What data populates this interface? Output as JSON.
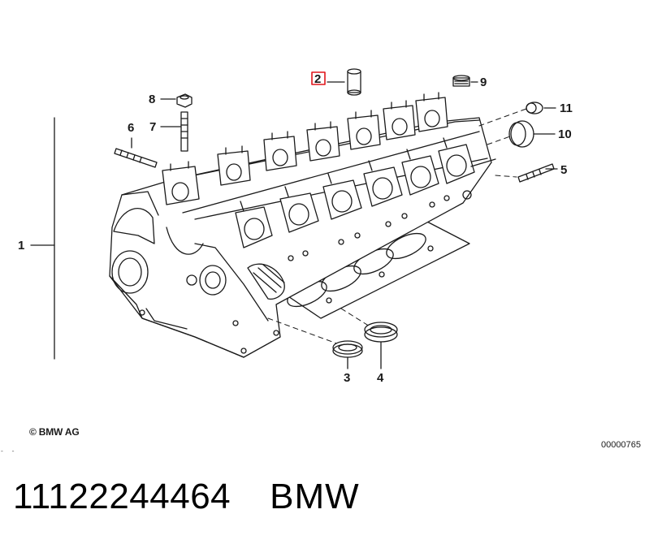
{
  "diagram": {
    "callouts": [
      {
        "id": "1",
        "label": "1"
      },
      {
        "id": "2",
        "label": "2"
      },
      {
        "id": "3",
        "label": "3"
      },
      {
        "id": "4",
        "label": "4"
      },
      {
        "id": "5",
        "label": "5"
      },
      {
        "id": "6",
        "label": "6"
      },
      {
        "id": "7",
        "label": "7"
      },
      {
        "id": "8",
        "label": "8"
      },
      {
        "id": "9",
        "label": "9"
      },
      {
        "id": "10",
        "label": "10"
      },
      {
        "id": "11",
        "label": "11"
      }
    ],
    "highlight_color": "#e0151b",
    "line_color": "#1a1a1a"
  },
  "copyright": "© BMW AG",
  "document_id": "00000765",
  "edge_marks": "- -",
  "footer": {
    "part_number": "11122244464",
    "brand": "BMW"
  }
}
